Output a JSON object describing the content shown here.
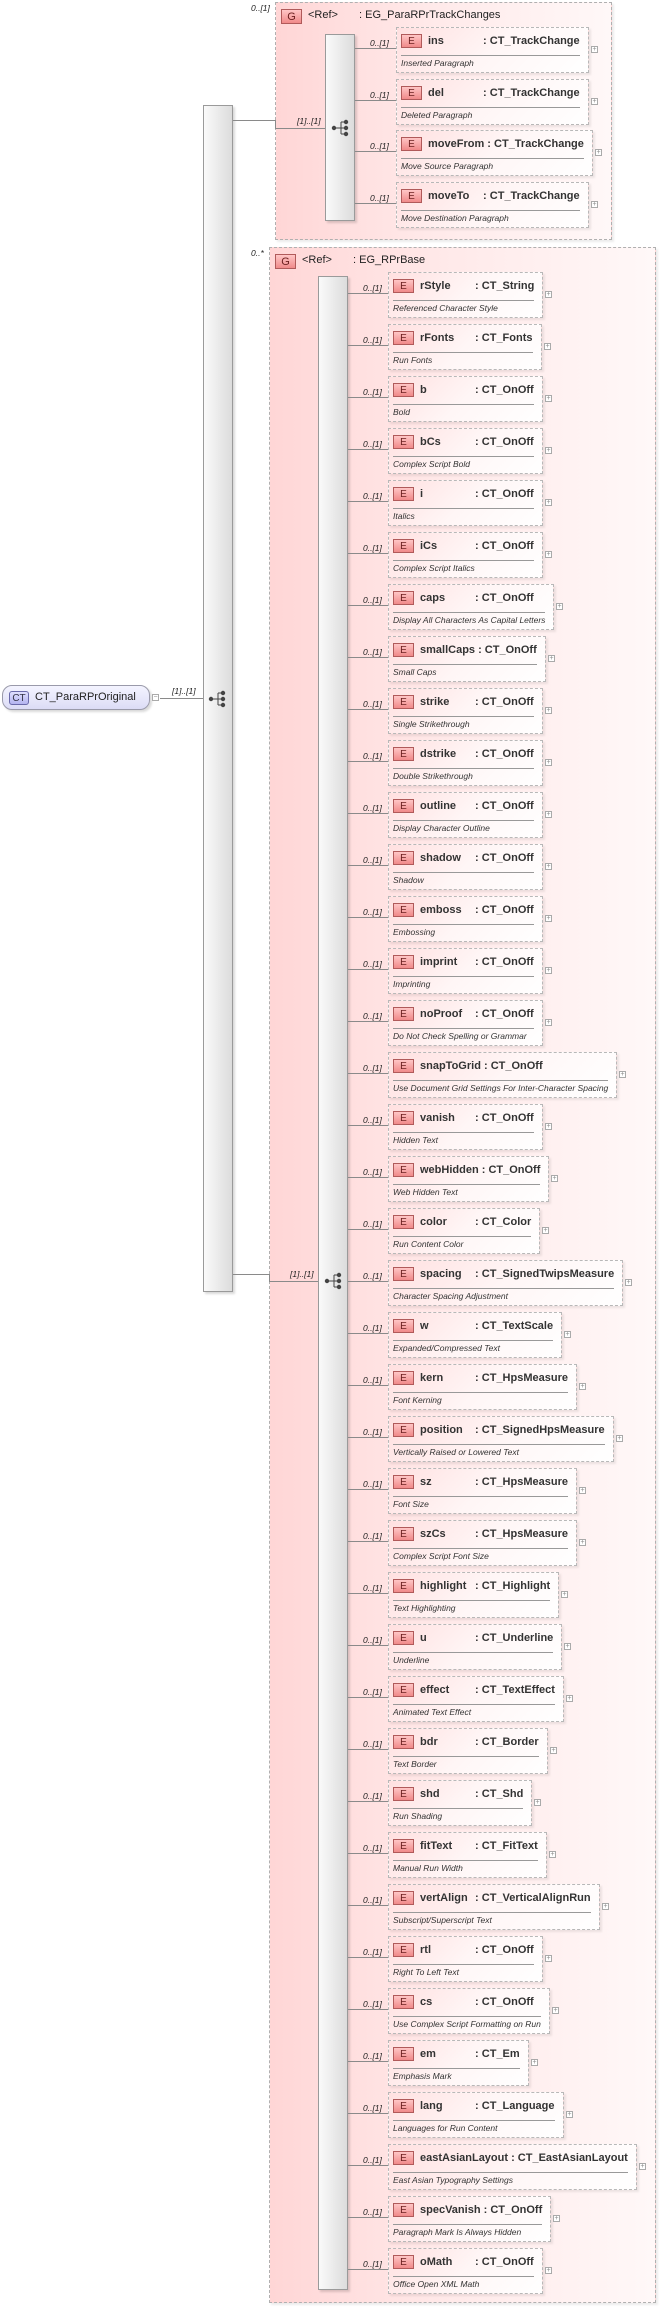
{
  "root": {
    "badge": "CT",
    "name": "CT_ParaRPrOriginal",
    "cardinality": "[1]..[1]",
    "collapse_icon": "minus-icon"
  },
  "colors": {
    "group_bg": "#ffd6d6",
    "element_badge": "#f08a8a",
    "complex_type_badge": "#b4b4f0",
    "border": "#b0b0b0"
  },
  "groups": [
    {
      "badge": "G",
      "ref": "<Ref>",
      "type": ": EG_ParaRPrTrackChanges",
      "occurs": "0..[1]",
      "sequence_cardinality": "[1]..[1]",
      "elements": [
        {
          "name": "ins",
          "type": ": CT_TrackChange",
          "desc": "Inserted Paragraph",
          "occurs": "0..[1]"
        },
        {
          "name": "del",
          "type": ": CT_TrackChange",
          "desc": "Deleted Paragraph",
          "occurs": "0..[1]"
        },
        {
          "name": "moveFrom",
          "type": ": CT_TrackChange",
          "desc": "Move Source Paragraph",
          "occurs": "0..[1]"
        },
        {
          "name": "moveTo",
          "type": ": CT_TrackChange",
          "desc": "Move Destination Paragraph",
          "occurs": "0..[1]"
        }
      ]
    },
    {
      "badge": "G",
      "ref": "<Ref>",
      "type": ": EG_RPrBase",
      "occurs": "0..*",
      "sequence_cardinality": "[1]..[1]",
      "elements": [
        {
          "name": "rStyle",
          "type": ": CT_String",
          "desc": "Referenced Character Style",
          "occurs": "0..[1]"
        },
        {
          "name": "rFonts",
          "type": ": CT_Fonts",
          "desc": "Run Fonts",
          "occurs": "0..[1]"
        },
        {
          "name": "b",
          "type": ": CT_OnOff",
          "desc": "Bold",
          "occurs": "0..[1]"
        },
        {
          "name": "bCs",
          "type": ": CT_OnOff",
          "desc": "Complex Script Bold",
          "occurs": "0..[1]"
        },
        {
          "name": "i",
          "type": ": CT_OnOff",
          "desc": "Italics",
          "occurs": "0..[1]"
        },
        {
          "name": "iCs",
          "type": ": CT_OnOff",
          "desc": "Complex Script Italics",
          "occurs": "0..[1]"
        },
        {
          "name": "caps",
          "type": ": CT_OnOff",
          "desc": "Display All Characters As Capital Letters",
          "occurs": "0..[1]"
        },
        {
          "name": "smallCaps",
          "type": ": CT_OnOff",
          "desc": "Small Caps",
          "occurs": "0..[1]"
        },
        {
          "name": "strike",
          "type": ": CT_OnOff",
          "desc": "Single Strikethrough",
          "occurs": "0..[1]"
        },
        {
          "name": "dstrike",
          "type": ": CT_OnOff",
          "desc": "Double Strikethrough",
          "occurs": "0..[1]"
        },
        {
          "name": "outline",
          "type": ": CT_OnOff",
          "desc": "Display Character Outline",
          "occurs": "0..[1]"
        },
        {
          "name": "shadow",
          "type": ": CT_OnOff",
          "desc": "Shadow",
          "occurs": "0..[1]"
        },
        {
          "name": "emboss",
          "type": ": CT_OnOff",
          "desc": "Embossing",
          "occurs": "0..[1]"
        },
        {
          "name": "imprint",
          "type": ": CT_OnOff",
          "desc": "Imprinting",
          "occurs": "0..[1]"
        },
        {
          "name": "noProof",
          "type": ": CT_OnOff",
          "desc": "Do Not Check Spelling or Grammar",
          "occurs": "0..[1]"
        },
        {
          "name": "snapToGrid",
          "type": ": CT_OnOff",
          "desc": "Use Document Grid Settings For Inter-Character Spacing",
          "occurs": "0..[1]"
        },
        {
          "name": "vanish",
          "type": ": CT_OnOff",
          "desc": "Hidden Text",
          "occurs": "0..[1]"
        },
        {
          "name": "webHidden",
          "type": ": CT_OnOff",
          "desc": "Web Hidden Text",
          "occurs": "0..[1]"
        },
        {
          "name": "color",
          "type": ": CT_Color",
          "desc": "Run Content Color",
          "occurs": "0..[1]"
        },
        {
          "name": "spacing",
          "type": ": CT_SignedTwipsMeasure",
          "desc": "Character Spacing Adjustment",
          "occurs": "0..[1]"
        },
        {
          "name": "w",
          "type": ": CT_TextScale",
          "desc": "Expanded/Compressed Text",
          "occurs": "0..[1]"
        },
        {
          "name": "kern",
          "type": ": CT_HpsMeasure",
          "desc": "Font Kerning",
          "occurs": "0..[1]"
        },
        {
          "name": "position",
          "type": ": CT_SignedHpsMeasure",
          "desc": "Vertically Raised or Lowered Text",
          "occurs": "0..[1]"
        },
        {
          "name": "sz",
          "type": ": CT_HpsMeasure",
          "desc": "Font Size",
          "occurs": "0..[1]"
        },
        {
          "name": "szCs",
          "type": ": CT_HpsMeasure",
          "desc": "Complex Script Font Size",
          "occurs": "0..[1]"
        },
        {
          "name": "highlight",
          "type": ": CT_Highlight",
          "desc": "Text Highlighting",
          "occurs": "0..[1]"
        },
        {
          "name": "u",
          "type": ": CT_Underline",
          "desc": "Underline",
          "occurs": "0..[1]"
        },
        {
          "name": "effect",
          "type": ": CT_TextEffect",
          "desc": "Animated Text Effect",
          "occurs": "0..[1]"
        },
        {
          "name": "bdr",
          "type": ": CT_Border",
          "desc": "Text Border",
          "occurs": "0..[1]"
        },
        {
          "name": "shd",
          "type": ": CT_Shd",
          "desc": "Run Shading",
          "occurs": "0..[1]"
        },
        {
          "name": "fitText",
          "type": ": CT_FitText",
          "desc": "Manual Run Width",
          "occurs": "0..[1]"
        },
        {
          "name": "vertAlign",
          "type": ": CT_VerticalAlignRun",
          "desc": "Subscript/Superscript Text",
          "occurs": "0..[1]"
        },
        {
          "name": "rtl",
          "type": ": CT_OnOff",
          "desc": "Right To Left Text",
          "occurs": "0..[1]"
        },
        {
          "name": "cs",
          "type": ": CT_OnOff",
          "desc": "Use Complex Script Formatting on Run",
          "occurs": "0..[1]"
        },
        {
          "name": "em",
          "type": ": CT_Em",
          "desc": "Emphasis Mark",
          "occurs": "0..[1]"
        },
        {
          "name": "lang",
          "type": ": CT_Language",
          "desc": "Languages for Run Content",
          "occurs": "0..[1]"
        },
        {
          "name": "eastAsianLayout",
          "type": ": CT_EastAsianLayout",
          "desc": "East Asian Typography Settings",
          "occurs": "0..[1]"
        },
        {
          "name": "specVanish",
          "type": ": CT_OnOff",
          "desc": "Paragraph Mark Is Always Hidden",
          "occurs": "0..[1]"
        },
        {
          "name": "oMath",
          "type": ": CT_OnOff",
          "desc": "Office Open XML Math",
          "occurs": "0..[1]"
        }
      ]
    }
  ],
  "element_badge": "E",
  "expand_icon": "plus-icon",
  "sequence_icon": "sequence-compositor-icon"
}
